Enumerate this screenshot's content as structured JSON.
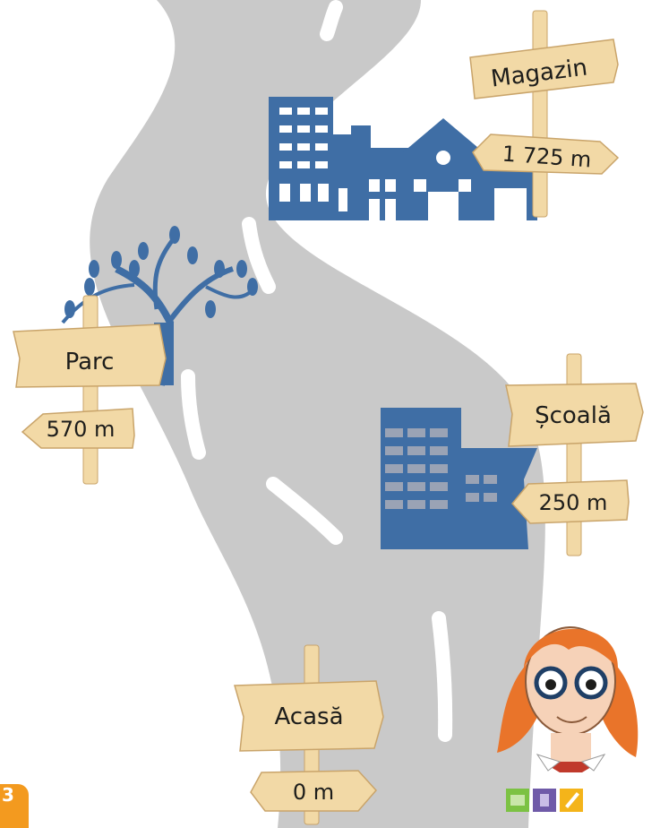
{
  "signs": {
    "magazin": {
      "label": "Magazin",
      "distance": "1 725 m"
    },
    "parc": {
      "label": "Parc",
      "distance": "570 m"
    },
    "scoala": {
      "label": "Școală",
      "distance": "250 m"
    },
    "acasa": {
      "label": "Acasă",
      "distance": "0 m"
    }
  },
  "page_number": "3",
  "icons": [
    "image-icon",
    "video-icon",
    "pencil-icon"
  ],
  "colors": {
    "road": "#c9c9c9",
    "road_marking": "#ffffff",
    "wood": "#f2d9a6",
    "building": "#3f6ea5",
    "page_badge": "#f39a1f"
  }
}
